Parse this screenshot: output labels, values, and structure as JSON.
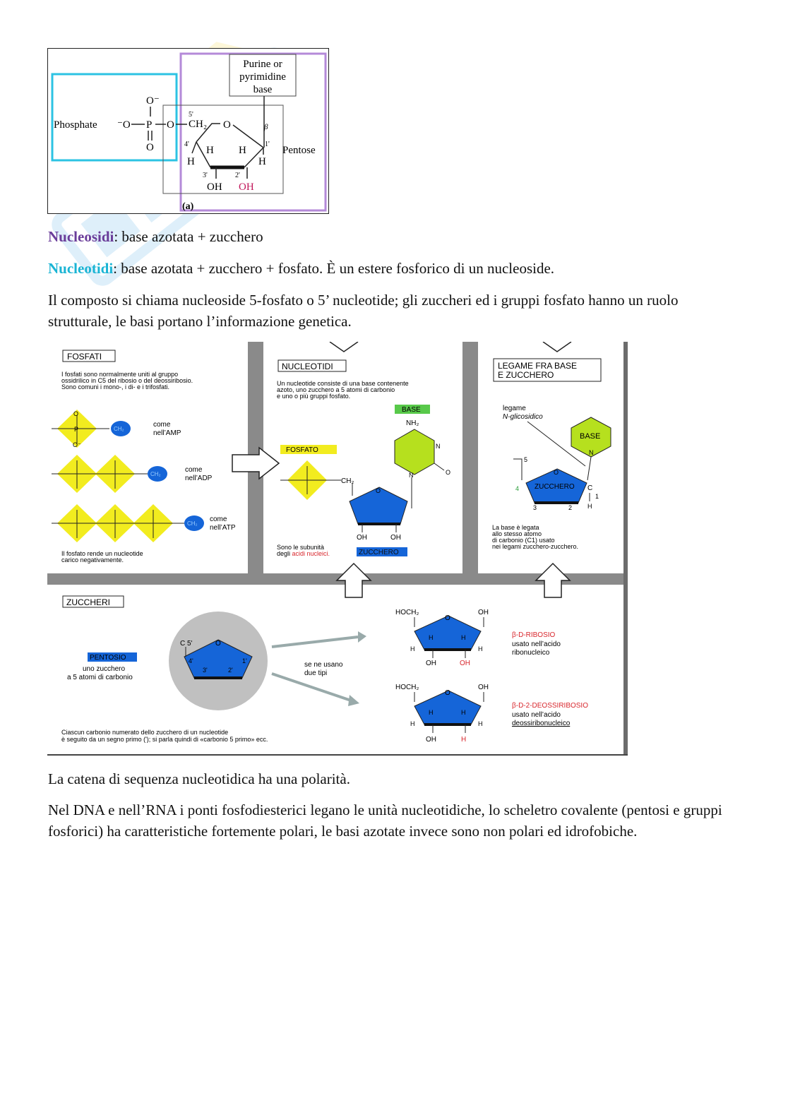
{
  "figure1": {
    "top_box_label": [
      "Purine or",
      "pyrimidine",
      "base"
    ],
    "phosphate_label": "Phosphate",
    "pentose_label": "Pentose",
    "atoms": {
      "o_top": "O⁻",
      "o_bottom": "O",
      "o_minus": "⁻O",
      "p": "P",
      "o_link": "O",
      "ch2": "CH₂",
      "ring_o": "O",
      "beta": "β",
      "h4": "H",
      "h3": "H",
      "h2": "H",
      "h1": "H",
      "oh3": "OH",
      "oh2": "OH",
      "n5": "5'",
      "n4": "4'",
      "n3": "3'",
      "n2": "2'",
      "n1": "1'"
    },
    "caption": "(a)"
  },
  "paragraphs": {
    "nucleosidi_term": "Nucleosidi",
    "nucleosidi_text": ": base azotata + zucchero",
    "nucleotidi_term": "Nucleotidi",
    "nucleotidi_text": ": base azotata + zucchero + fosfato. È un estere fosforico di un nucleoside.",
    "composto": "Il composto si chiama nucleoside 5-fosfato o 5’ nucleotide; gli zuccheri ed i gruppi fosfato hanno un ruolo strutturale, le basi portano l’informazione genetica.",
    "catena": "La catena di sequenza nucleotidica ha una polarità.",
    "dna_rna": "Nel DNA e nell’RNA i ponti fosfodiesterici legano le unità nucleotidiche, lo scheletro covalente (pentosi e gruppi fosforici) ha caratteristiche fortemente polari, le basi azotate invece sono non polari ed idrofobiche."
  },
  "figure2": {
    "fosfati": {
      "title": "FOSFATI",
      "desc": [
        "I fosfati sono normalmente uniti al gruppo",
        "ossidrilico in C5 del ribosio o del deossiribosio.",
        "Sono comuni i mono-, i di- e i trifosfati."
      ],
      "amp": [
        "come",
        "nell’AMP"
      ],
      "adp": [
        "come",
        "nell’ADP"
      ],
      "atp": [
        "come",
        "nell’ATP"
      ],
      "note": [
        "Il fosfato rende un nucleotide",
        "carico negativamente."
      ],
      "ch2": "CH₂",
      "o": "O",
      "o_minus": "O⁻",
      "minus_o": "⁻O",
      "p": "P"
    },
    "nucleotidi": {
      "title": "NUCLEOTIDI",
      "desc": [
        "Un nucleotide consiste di una base contenente",
        "azoto, uno zucchero a 5 atomi di carbonio",
        "e uno o più gruppi fosfato."
      ],
      "base_tag": "BASE",
      "nh2": "NH₂",
      "n": "N",
      "o": "O",
      "fosfato_tag": "FOSFATO",
      "ch2": "CH₂",
      "oh": "OH",
      "zucchero_tag": "ZUCCHERO",
      "note_1": "Sono le subunità",
      "note_2": "degli",
      "note_red": "acidi nucleici."
    },
    "legame": {
      "title": [
        "LEGAME FRA BASE",
        "E ZUCCHERO"
      ],
      "legame_label": "legame",
      "glicosidico": "N-glicosidico",
      "base": "BASE",
      "zucchero": "ZUCCHERO",
      "c": "C",
      "n": "N",
      "o": "O",
      "h": "H",
      "nums": [
        "5",
        "4",
        "3",
        "2",
        "1"
      ],
      "note": [
        "La base è legata",
        "allo stesso atomo",
        "di carbonio (C1) usato",
        "nei legami zucchero-zucchero."
      ]
    },
    "zuccheri": {
      "title": "ZUCCHERI",
      "pentosio_tag": "PENTOSIO",
      "pentosio_desc": [
        "uno zucchero",
        "a 5 atomi di carbonio"
      ],
      "c5": "C 5'",
      "ring_nums": [
        "4'",
        "3'",
        "2'",
        "1'"
      ],
      "o": "O",
      "se_ne": [
        "se ne usano",
        "due tipi"
      ],
      "hoch2": "HOCH₂",
      "oh": "OH",
      "h": "H",
      "ribosio_title": "β-D-RIBOSIO",
      "ribosio_desc": [
        "usato nell’acido",
        "ribonucleico"
      ],
      "deossi_title": "β-D-2-DEOSSIRIBOSIO",
      "deossi_desc": [
        "usato nell’acido",
        "deossiribonucleico"
      ],
      "footnote": [
        "Ciascun carbonio numerato dello zucchero di un nucleotide",
        "è seguito da un segno primo ('); si parla quindi di «carbonio 5 primo» ecc."
      ]
    },
    "colors": {
      "yellow": "#f2ec1f",
      "blue": "#1565d8",
      "green": "#b6e01e",
      "gray": "#8a8a8a",
      "red": "#d8262c"
    }
  }
}
